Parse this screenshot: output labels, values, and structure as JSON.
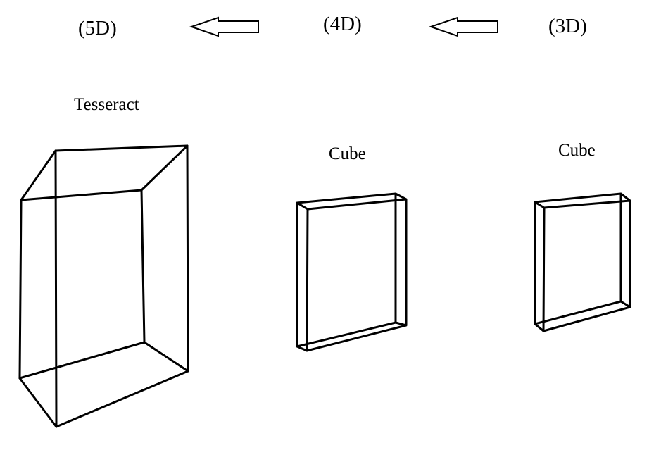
{
  "labels": {
    "dim5": "(5D)",
    "dim4": "(4D)",
    "dim3": "(3D)",
    "tesseract": "Tesseract",
    "cube_4d": "Cube",
    "cube_3d": "Cube"
  },
  "icons": [
    "arrow-left-icon",
    "arrow-left-icon"
  ],
  "colors": {
    "stroke": "#000000",
    "background": "#ffffff"
  }
}
